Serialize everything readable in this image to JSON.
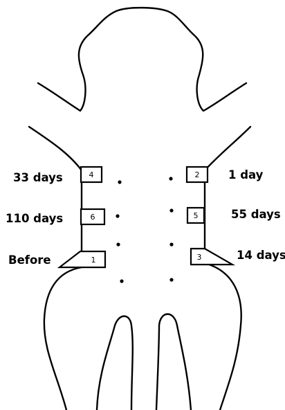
{
  "sites": [
    {
      "number": "1",
      "label": "Before"
    },
    {
      "number": "2",
      "label": "1 day"
    },
    {
      "number": "3",
      "label": "14 days"
    },
    {
      "number": "4",
      "label": "33 days"
    },
    {
      "number": "5",
      "label": "55 days"
    },
    {
      "number": "6",
      "label": "110 days"
    }
  ],
  "colors": {
    "line": "#000000",
    "background": "#ffffff"
  }
}
